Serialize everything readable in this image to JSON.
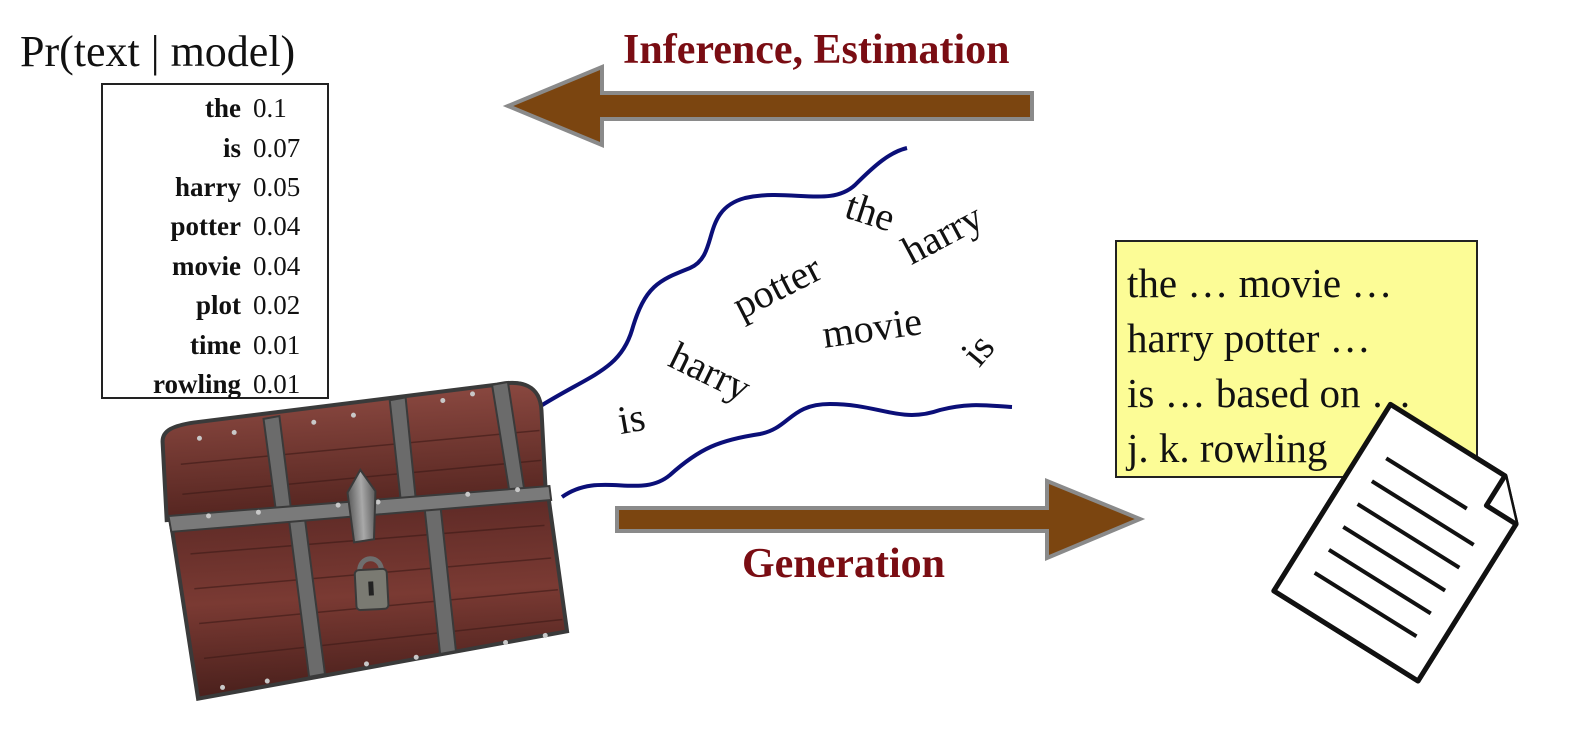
{
  "model": {
    "title": "Pr(text | model)",
    "rows": [
      {
        "word": "the",
        "prob": "0.1"
      },
      {
        "word": "is",
        "prob": "0.07"
      },
      {
        "word": "harry",
        "prob": "0.05"
      },
      {
        "word": "potter",
        "prob": "0.04"
      },
      {
        "word": "movie",
        "prob": "0.04"
      },
      {
        "word": "plot",
        "prob": "0.02"
      },
      {
        "word": "time",
        "prob": "0.01"
      },
      {
        "word": "rowling",
        "prob": "0.01"
      }
    ]
  },
  "arrows": {
    "inference_label": "Inference, Estimation",
    "generation_label": "Generation",
    "arrow_color": "#7b4510",
    "label_color": "#7a0d13"
  },
  "stream": {
    "words": [
      "the",
      "harry",
      "potter",
      "movie",
      "is",
      "harry",
      "is"
    ],
    "line_color": "#0b0f78"
  },
  "sample_text": {
    "lines": [
      "the … movie …",
      "harry potter …",
      "is … based on …",
      "j. k. rowling"
    ],
    "background": "#fcfc96"
  },
  "icons": {
    "model_icon": "treasure-chest-icon",
    "output_icon": "document-icon"
  }
}
